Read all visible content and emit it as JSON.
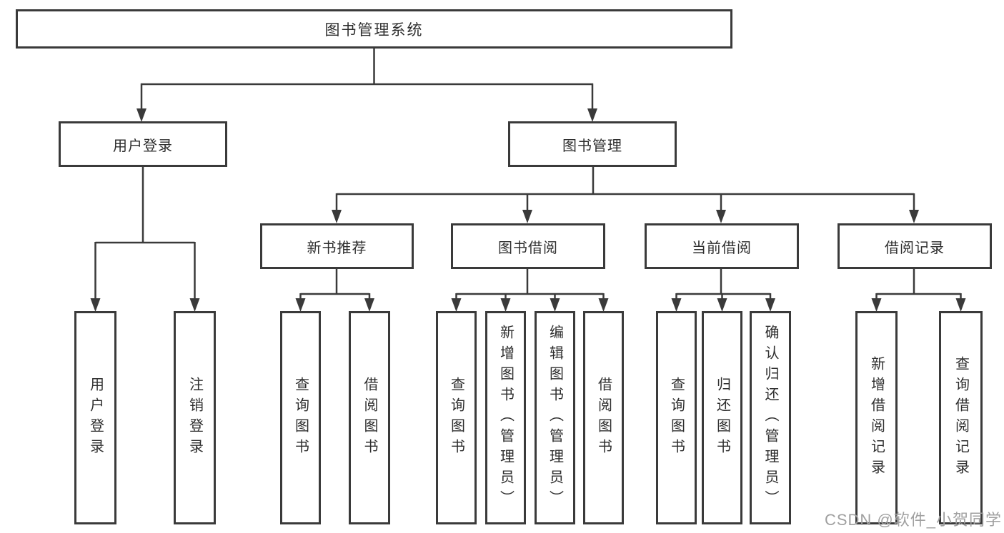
{
  "colors": {
    "line": "#3a3a3a",
    "box_border": "#3a3a3a",
    "text": "#2e2e2e",
    "watermark": "#a0a0a0",
    "background": "#ffffff"
  },
  "tree": {
    "root": {
      "label": "图书管理系统"
    },
    "branches": [
      {
        "label": "用户登录",
        "children": [
          {
            "label": "用户登录"
          },
          {
            "label": "注销登录"
          }
        ]
      },
      {
        "label": "图书管理",
        "children": [
          {
            "label": "新书推荐",
            "children": [
              {
                "label": "查询图书"
              },
              {
                "label": "借阅图书"
              }
            ]
          },
          {
            "label": "图书借阅",
            "children": [
              {
                "label": "查询图书"
              },
              {
                "label": "新增图书（管理员）"
              },
              {
                "label": "编辑图书（管理员）"
              },
              {
                "label": "借阅图书"
              }
            ]
          },
          {
            "label": "当前借阅",
            "children": [
              {
                "label": "查询图书"
              },
              {
                "label": "归还图书"
              },
              {
                "label": "确认归还（管理员）"
              }
            ]
          },
          {
            "label": "借阅记录",
            "children": [
              {
                "label": "新增借阅记录"
              },
              {
                "label": "查询借阅记录"
              }
            ]
          }
        ]
      }
    ]
  },
  "watermark": "CSDN @软件_小贺同学"
}
